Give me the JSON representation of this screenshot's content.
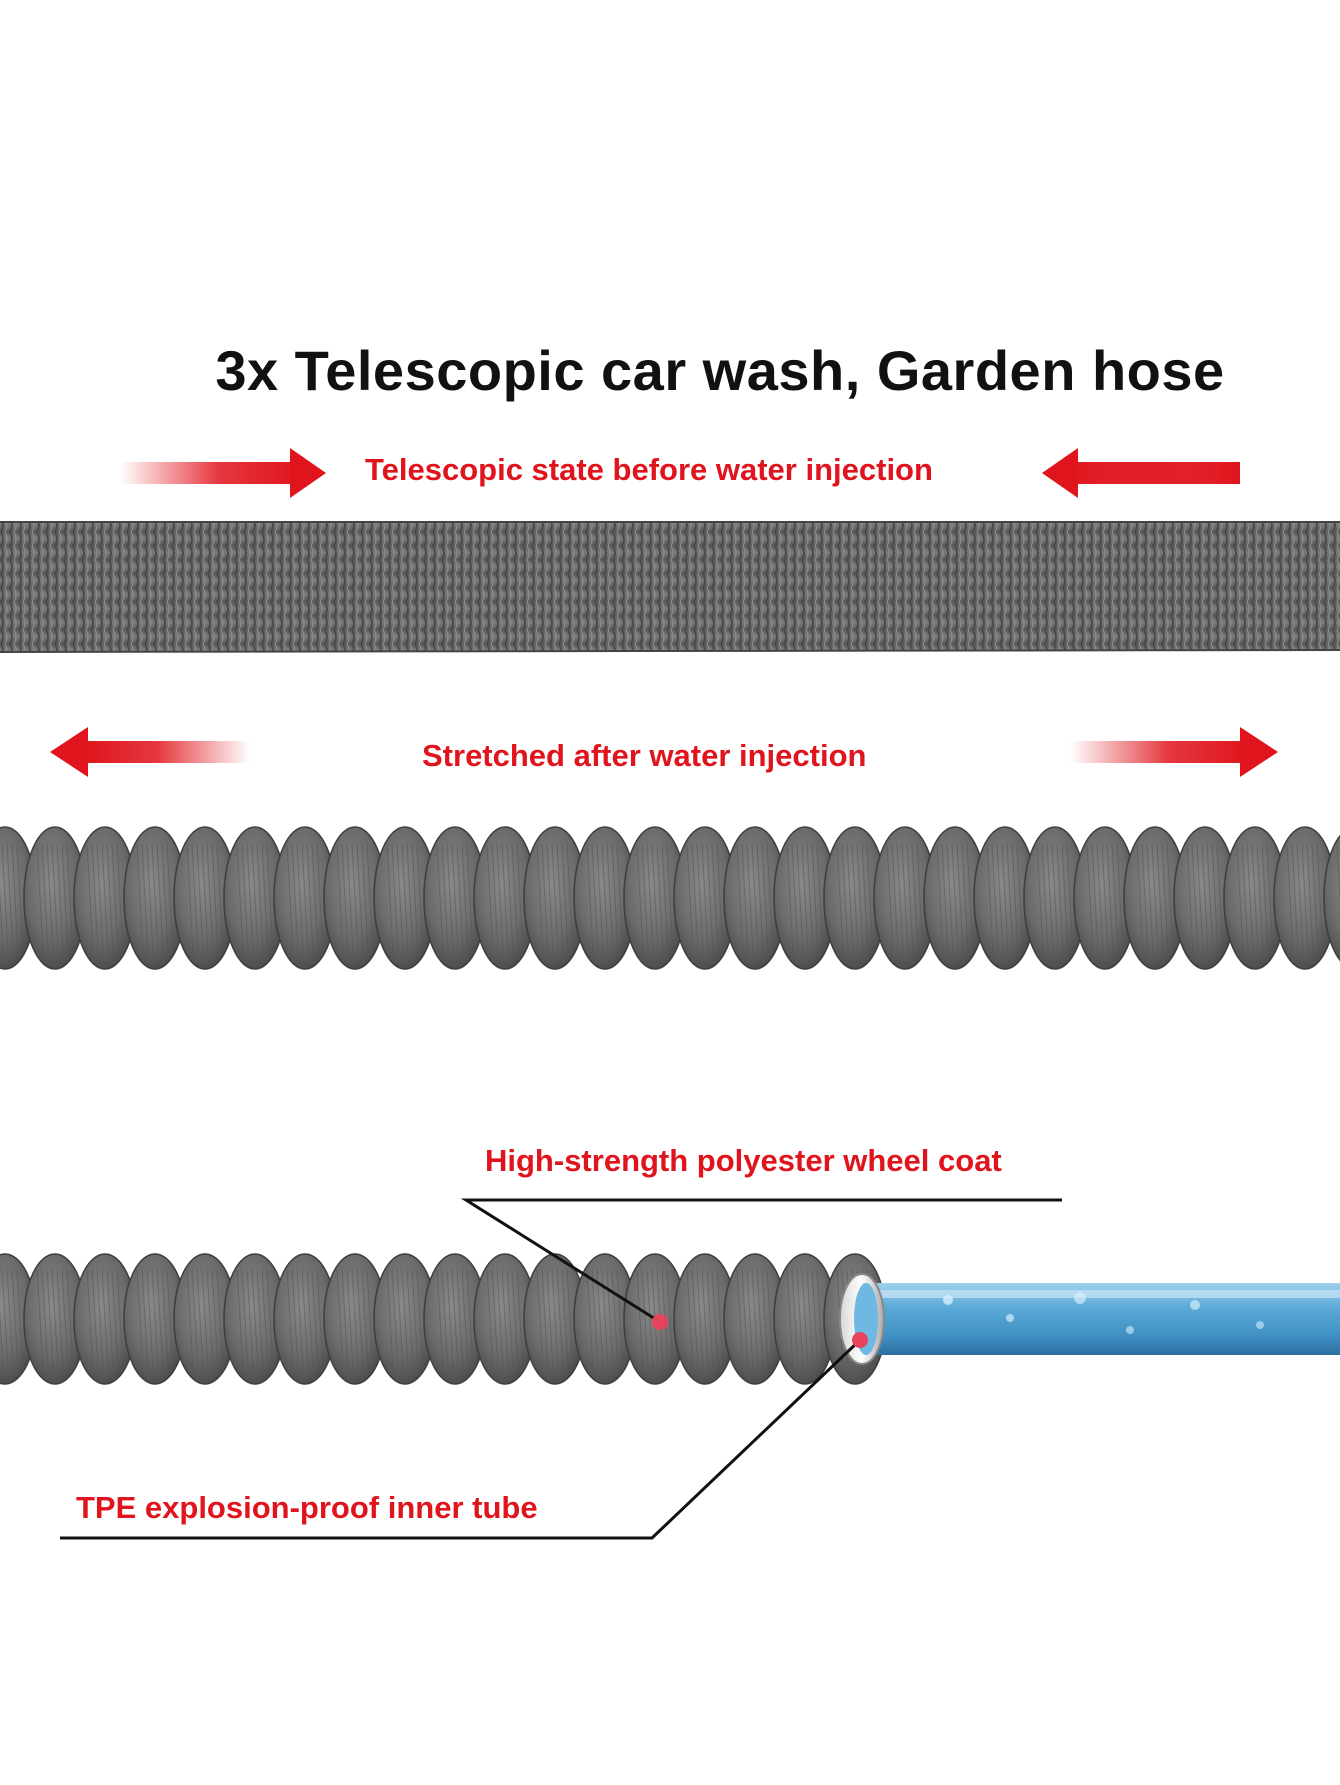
{
  "title": "3x Telescopic car wash, Garden hose",
  "labels": {
    "before": "Telescopic state before water injection",
    "after": "Stretched after water injection",
    "coat": "High-strength polyester wheel coat",
    "tube": "TPE explosion-proof inner tube"
  },
  "colors": {
    "accent_red": "#e0141c",
    "hose_gray": "#6e6e6e",
    "inner_tube_blue": "#5aa9d6",
    "text_black": "#111111"
  },
  "icons": {
    "arrows": [
      "arrow-right-icon",
      "arrow-left-icon"
    ],
    "markers": [
      "callout-dot-icon"
    ]
  }
}
